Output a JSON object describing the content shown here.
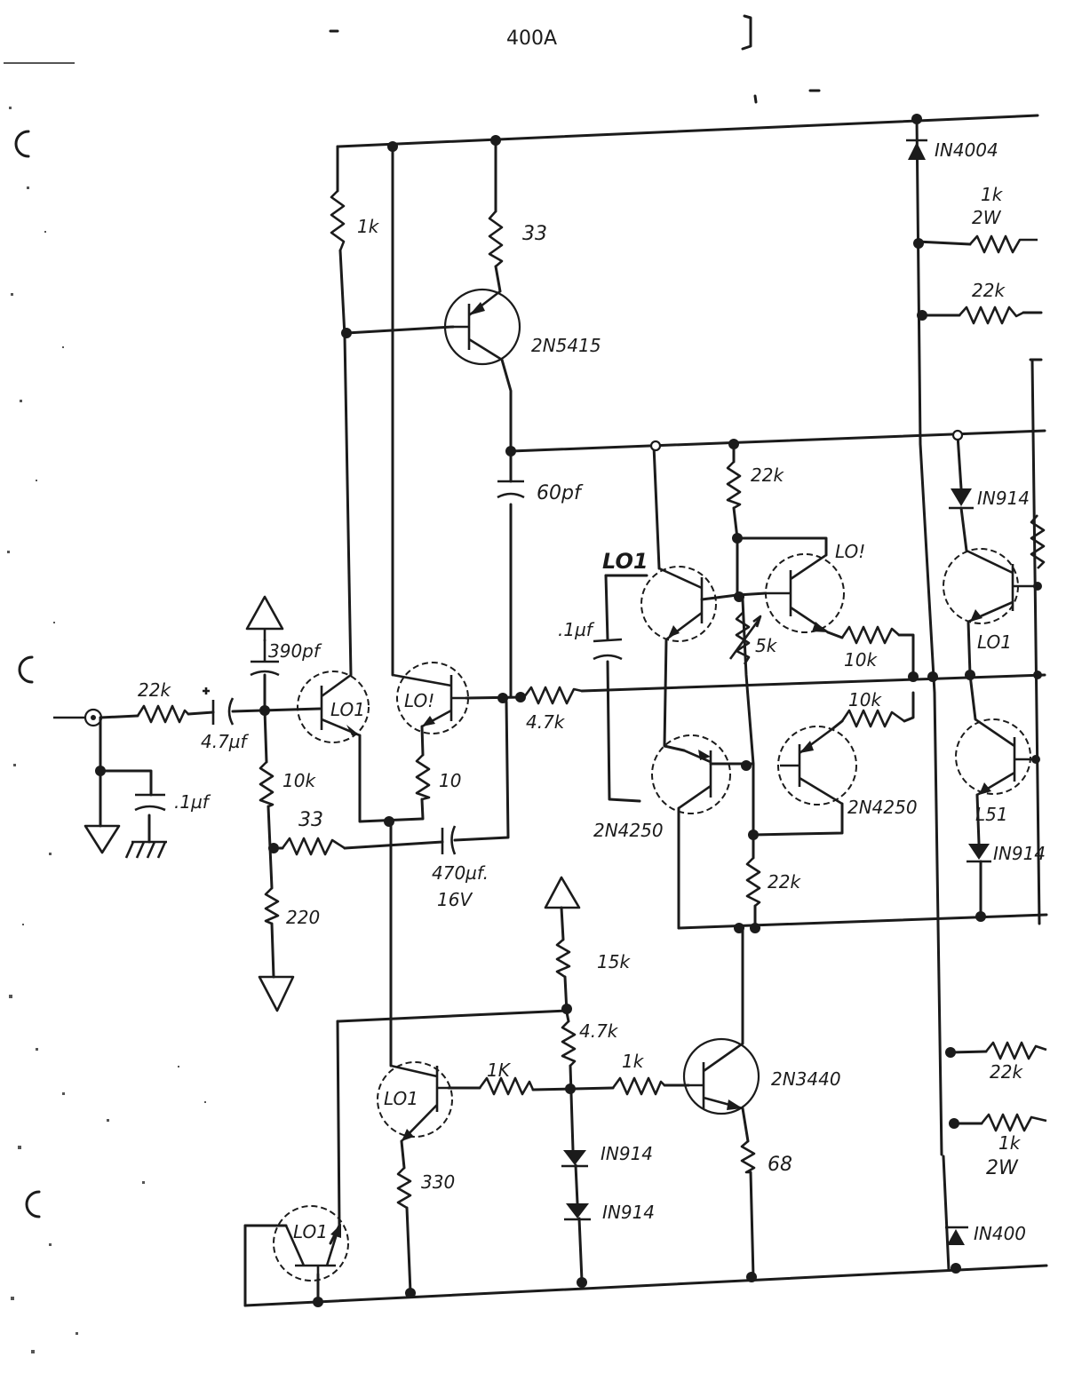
{
  "page": {
    "title": "400A"
  },
  "labels": {
    "r_1k_top": "1k",
    "r_33_top": "33",
    "q_2n5415": "2N5415",
    "c_60pf": "60pf",
    "r_22k_mid": "22k",
    "d_1n4004_top": "IN4004",
    "r_1k2w_top": "1k",
    "r_1k2w_top_w": "2W",
    "r_22k_right": "22k",
    "d_1n914_r1": "IN914",
    "q_lo1_upper_mid": "LO1",
    "q_lo1_upper_right": "LO!",
    "c_1uf_mid": ".1µf",
    "r_5k": "5k",
    "r_10k_a": "10k",
    "r_10k_b": "10k",
    "q_lo1_far_right": "LO1",
    "c_390pf": "390pf",
    "r_22k_in": "22k",
    "c_4_7uf": "4.7µf",
    "q_lo1_in_a": "LO1",
    "q_lo1_in_b": "LO!",
    "r_4_7k_mid": "4.7k",
    "c_1uf_in": ".1µf",
    "r_10k_in": "10k",
    "r_10_emit": "10",
    "r_33_fb": "33",
    "c_470uf": "470µf.",
    "c_470uf_v": "16V",
    "q_2n4250_a": "2N4250",
    "q_2n4250_b": "2N4250",
    "q_l51": "L51",
    "d_1n914_r2": "IN914",
    "r_22k_lower": "22k",
    "r_220": "220",
    "r_15k": "15k",
    "r_4_7k_lower": "4.7k",
    "r_1k_lo1": "1K",
    "r_1k_q3440": "1k",
    "q_2n3440": "2N3440",
    "q_lo1_low": "LO1",
    "d_1n914_low_a": "IN914",
    "d_1n914_low_b": "IN914",
    "r_68": "68",
    "r_330": "330",
    "q_lo1_bottom": "LO1",
    "r_22k_bottom_right": "22k",
    "r_1k2w_bottom": "1k",
    "r_1k2w_bottom_w": "2W",
    "d_1n4004_bottom": "IN400"
  }
}
